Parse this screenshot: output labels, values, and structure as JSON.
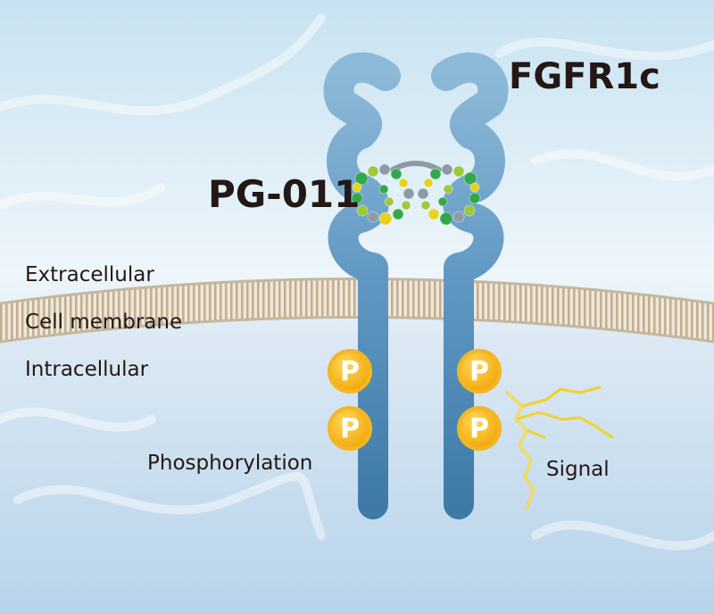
{
  "labels": {
    "receptor": "FGFR1c",
    "antibody": "PG-011",
    "extracellular": "Extracellular",
    "membrane": "Cell membrane",
    "intracellular": "Intracellular",
    "phosphorylation": "Phosphorylation",
    "signal": "Signal",
    "phospho_symbol": "P"
  },
  "colors": {
    "receptor": "#5f97c2",
    "receptor_light": "#8ebad9",
    "phospho": "#f4b120",
    "signal": "#f3d02c",
    "membrane": "#ddd2c0",
    "bead_green": "#33a84a",
    "bead_lime": "#9dc93b",
    "bead_yellow": "#e9d21f",
    "bead_gray": "#8c9aa8"
  },
  "icons": [
    "phosphate-icon",
    "signal-icon",
    "antibody-icon",
    "receptor-icon"
  ]
}
